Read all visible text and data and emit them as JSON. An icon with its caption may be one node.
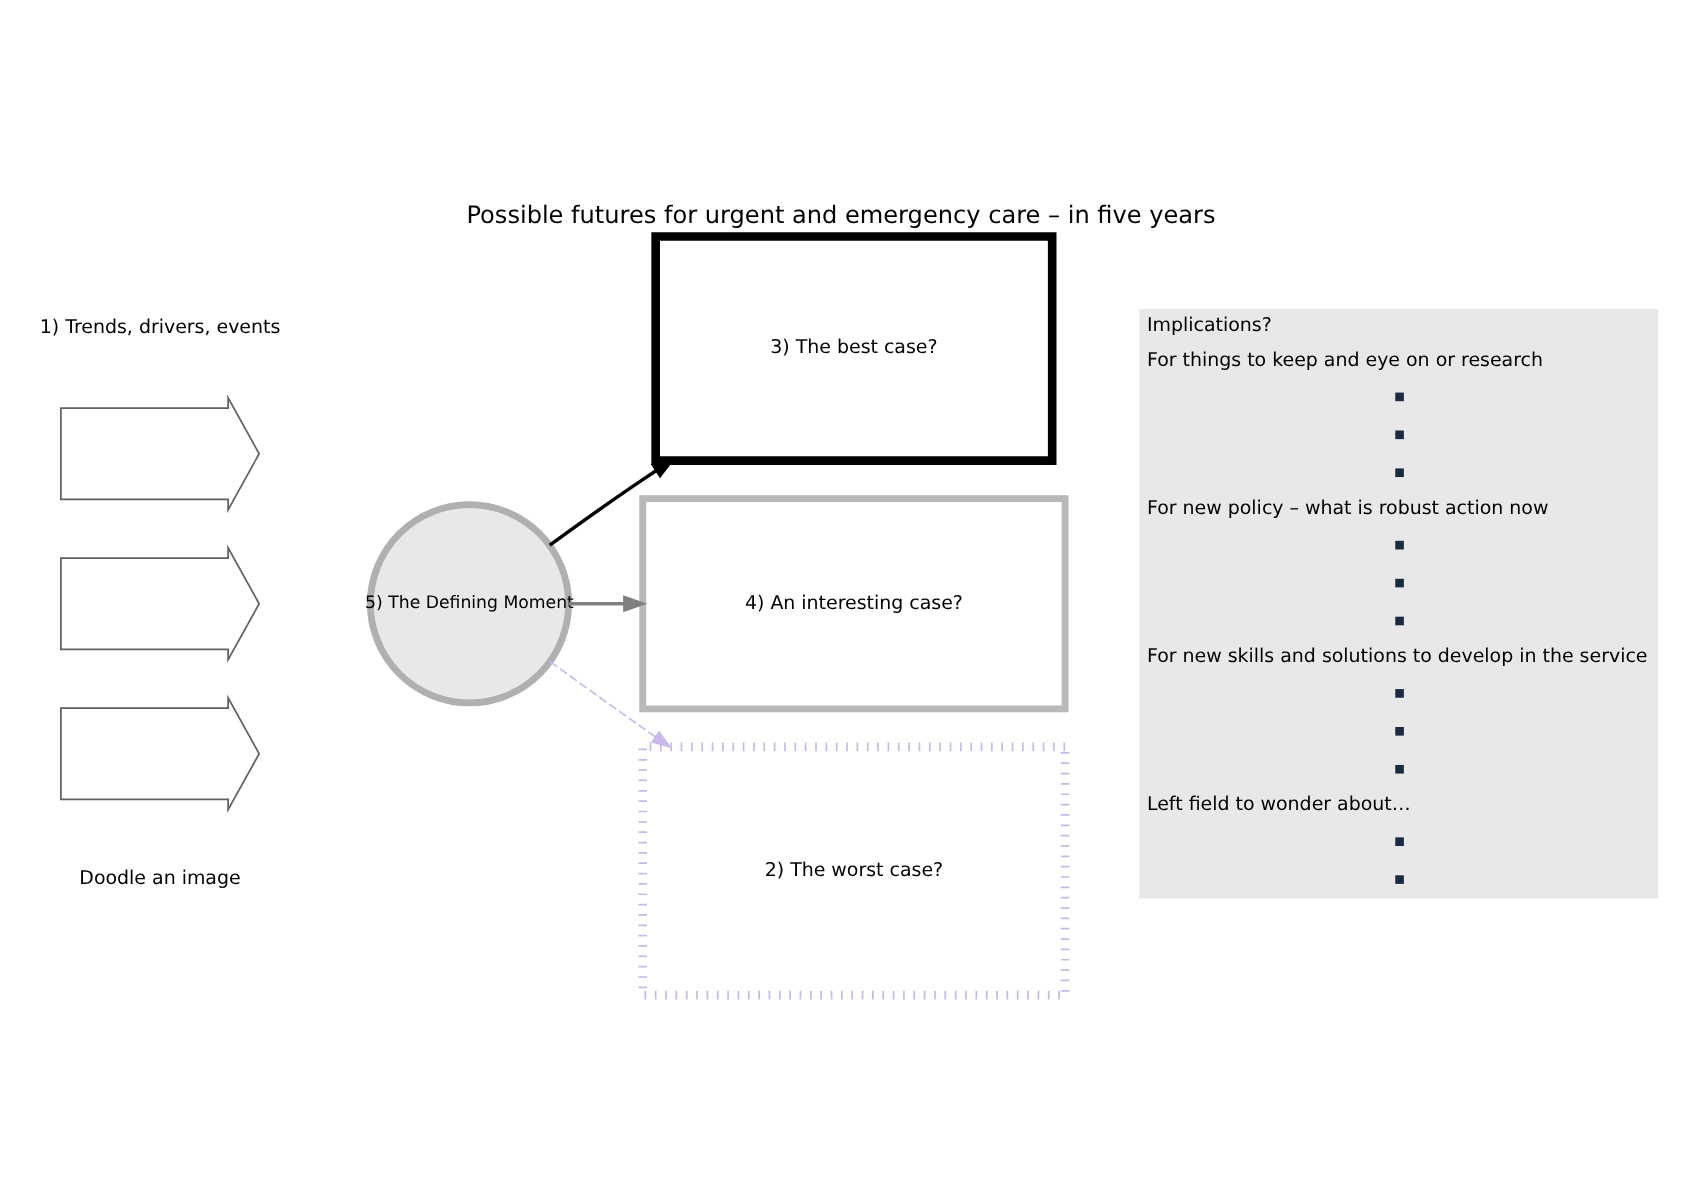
{
  "diagram": {
    "title": "Possible futures for urgent and emergency care – in five years",
    "nodes": [
      {
        "text": [],
        "shape": "arrow"
      },
      {
        "text": [],
        "shape": "arrow"
      },
      {
        "text": [],
        "shape": "arrow"
      },
      {
        "text": [
          "5) The Defining Moment"
        ]
      },
      {
        "text": [
          "3) The best case?"
        ]
      },
      {
        "text": [
          "4) An interesting case?"
        ]
      },
      {
        "text": [
          "2) The worst case?"
        ]
      },
      {
        "text": [
          "Implications?",
          "For things to keep and eye on or research",
          "For new policy – what is robust action now",
          "For new skills and solutions to develop in the service",
          "Left field to wonder about…"
        ]
      }
    ],
    "edges": [
      {
        "from": 3,
        "to": 4,
        "arrow": "to"
      },
      {
        "from": 3,
        "to": 5,
        "arrow": "to",
        "color": "#808080"
      },
      {
        "from": 3,
        "to": 6,
        "arrow": "to",
        "style": "dashed",
        "color": "#c9b8ec"
      }
    ],
    "labels": [
      "1) Trends, drivers, events",
      "Doodle an image"
    ]
  }
}
